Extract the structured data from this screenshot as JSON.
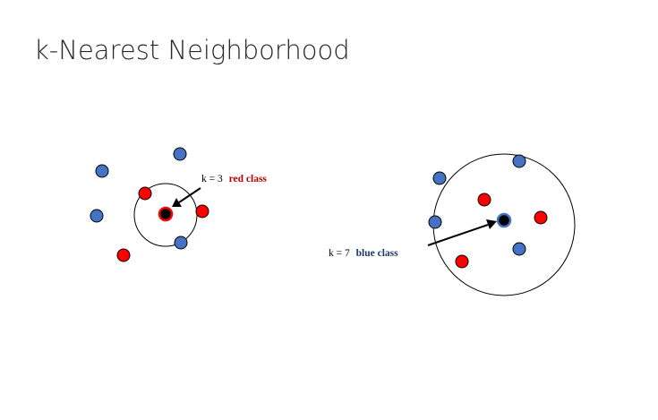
{
  "slide": {
    "title": "k-Nearest Neighborhood"
  },
  "colors": {
    "red_point": "#ff0000",
    "blue_point": "#4472c4",
    "query_point": "#000000",
    "red_label": "#c00000",
    "blue_label": "#1f3864",
    "outline": "#000000"
  },
  "examples": [
    {
      "k_text": "k = 3",
      "class_text": "red class",
      "query_ring_color": "red"
    },
    {
      "k_text": "k = 7",
      "class_text": "blue class",
      "query_ring_color": "blue"
    }
  ]
}
